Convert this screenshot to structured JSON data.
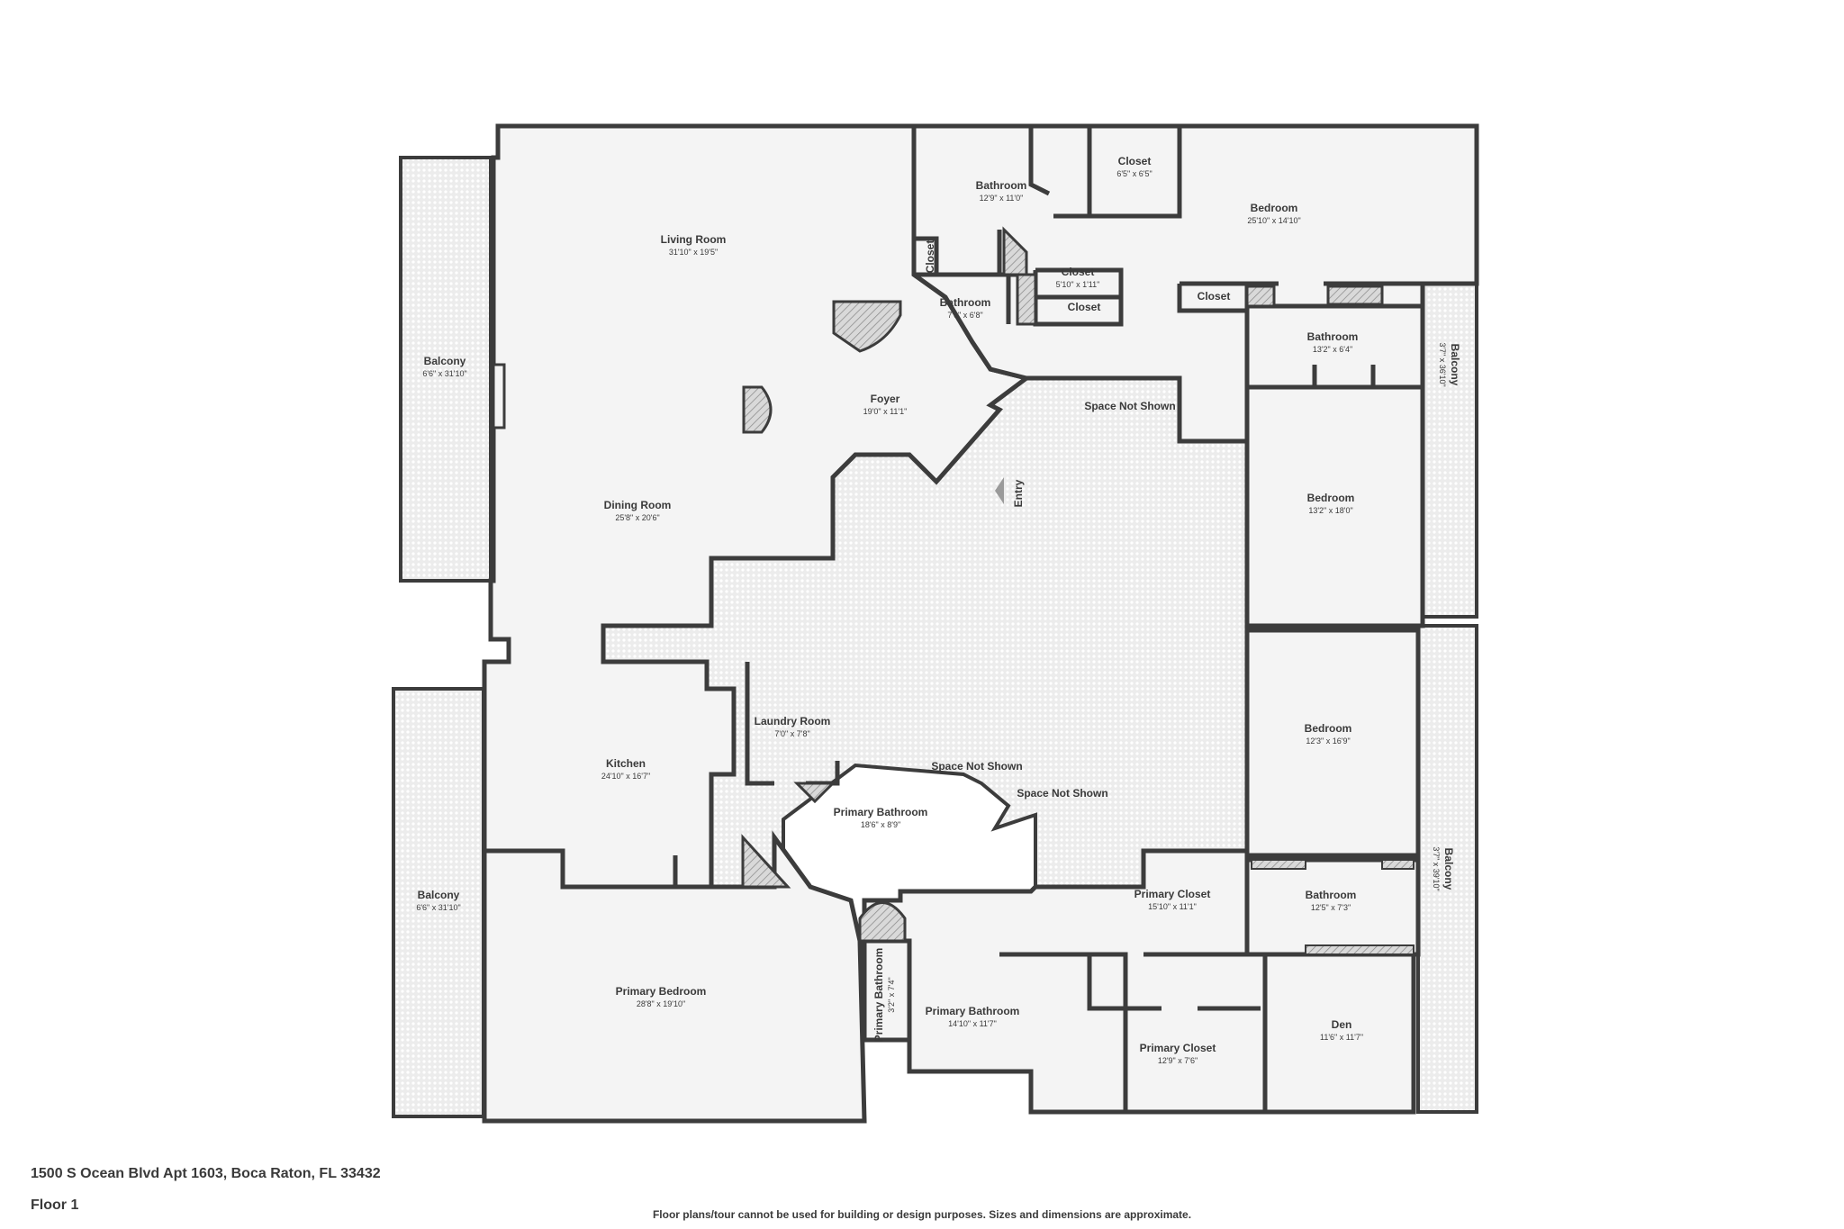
{
  "rooms": [
    {
      "id": "living-room",
      "name": "Living Room",
      "dims": "31'10\" x 19'5\""
    },
    {
      "id": "dining-room",
      "name": "Dining Room",
      "dims": "25'8\" x 20'6\""
    },
    {
      "id": "kitchen",
      "name": "Kitchen",
      "dims": "24'10\" x 16'7\""
    },
    {
      "id": "laundry-room",
      "name": "Laundry Room",
      "dims": "7'0\" x 7'8\""
    },
    {
      "id": "foyer",
      "name": "Foyer",
      "dims": "19'0\" x 11'1\""
    },
    {
      "id": "bathroom-top",
      "name": "Bathroom",
      "dims": "12'9\" x 11'0\""
    },
    {
      "id": "closet-top",
      "name": "Closet",
      "dims": "6'5\" x 6'5\""
    },
    {
      "id": "bedroom-top",
      "name": "Bedroom",
      "dims": "25'10\" x 14'10\""
    },
    {
      "id": "closet-a",
      "name": "Closet",
      "dims": "5'10\" x 1'11\""
    },
    {
      "id": "closet-b",
      "name": "Closet",
      "dims": ""
    },
    {
      "id": "closet-c",
      "name": "Closet",
      "dims": ""
    },
    {
      "id": "bathroom-mid",
      "name": "Bathroom",
      "dims": "7'6\" x 6'8\""
    },
    {
      "id": "bathroom-right",
      "name": "Bathroom",
      "dims": "13'2\" x 6'4\""
    },
    {
      "id": "bedroom-right-top",
      "name": "Bedroom",
      "dims": "13'2\" x 18'0\""
    },
    {
      "id": "bedroom-right-mid",
      "name": "Bedroom",
      "dims": "12'3\" x 16'9\""
    },
    {
      "id": "bathroom-right-low",
      "name": "Bathroom",
      "dims": "12'5\" x 7'3\""
    },
    {
      "id": "den",
      "name": "Den",
      "dims": "11'6\" x 11'7\""
    },
    {
      "id": "primary-closet-1",
      "name": "Primary Closet",
      "dims": "15'10\" x 11'1\""
    },
    {
      "id": "primary-closet-2",
      "name": "Primary Closet",
      "dims": "12'9\" x 7'6\""
    },
    {
      "id": "primary-bathroom-1",
      "name": "Primary Bathroom",
      "dims": "18'6\" x 8'9\""
    },
    {
      "id": "primary-bathroom-2",
      "name": "Primary Bathroom",
      "dims": "14'10\" x 11'7\""
    },
    {
      "id": "primary-bathroom-3",
      "name": "Primary Bathroom",
      "dims": "3'2\" x 7'4\""
    },
    {
      "id": "primary-bedroom",
      "name": "Primary Bedroom",
      "dims": "28'8\" x 19'10\""
    },
    {
      "id": "balcony-left-top",
      "name": "Balcony",
      "dims": "6'6\" x 31'10\""
    },
    {
      "id": "balcony-left-bottom",
      "name": "Balcony",
      "dims": "6'6\" x 31'10\""
    },
    {
      "id": "balcony-right-top",
      "name": "Balcony",
      "dims": "3'7\" x 36'10\""
    },
    {
      "id": "balcony-right-bottom",
      "name": "Balcony",
      "dims": "3'7\" x 39'10\""
    }
  ],
  "labels": {
    "space_not_shown_1": "Space Not Shown",
    "space_not_shown_2": "Space Not Shown",
    "space_not_shown_3": "Space Not Shown",
    "entry": "Entry",
    "closet_small": "Closet"
  },
  "footer": {
    "address": "1500 S Ocean Blvd Apt 1603, Boca Raton, FL 33432",
    "floor": "Floor 1",
    "disclaimer": "Floor plans/tour cannot be used for building or design purposes. Sizes and dimensions are approximate."
  },
  "colors": {
    "wall": "#3c3c3c",
    "floor": "#f4f4f4",
    "hatched": "#cccccc"
  }
}
